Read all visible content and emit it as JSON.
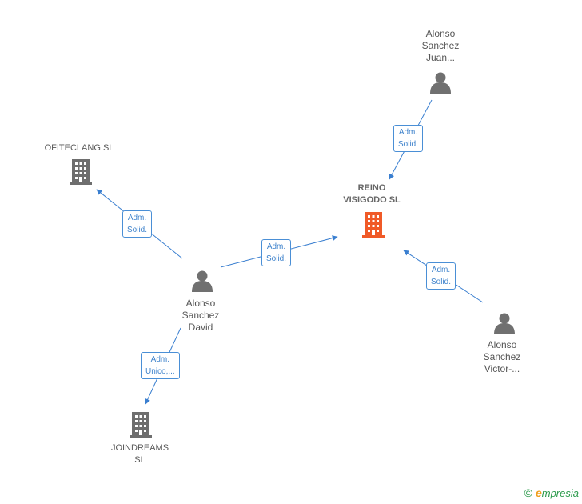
{
  "colors": {
    "edge": "#3a7fd0",
    "person": "#707070",
    "company": "#6e6e6e",
    "main_company": "#f05a28"
  },
  "nodes": {
    "juan": {
      "label_lines": [
        "Alonso",
        "Sanchez",
        "Juan..."
      ],
      "icon": "person-icon"
    },
    "ofiteclang": {
      "label_lines": [
        "OFITECLANG SL"
      ],
      "icon": "building-icon"
    },
    "reino": {
      "label_lines": [
        "REINO",
        "VISIGODO  SL"
      ],
      "icon": "building-icon"
    },
    "david": {
      "label_lines": [
        "Alonso",
        "Sanchez",
        "David"
      ],
      "icon": "person-icon"
    },
    "victor": {
      "label_lines": [
        "Alonso",
        "Sanchez",
        "Victor-..."
      ],
      "icon": "person-icon"
    },
    "joindreams": {
      "label_lines": [
        "JOINDREAMS",
        "SL"
      ],
      "icon": "building-icon"
    }
  },
  "edges": {
    "juan_reino": {
      "lines": [
        "Adm.",
        "Solid."
      ]
    },
    "david_ofiteclang": {
      "lines": [
        "Adm.",
        "Solid."
      ]
    },
    "david_reino": {
      "lines": [
        "Adm.",
        "Solid."
      ]
    },
    "victor_reino": {
      "lines": [
        "Adm.",
        "Solid."
      ]
    },
    "david_joindreams": {
      "lines": [
        "Adm.",
        "Unico,..."
      ]
    }
  },
  "footer": {
    "copyright": "©",
    "brand_initial": "e",
    "brand_rest": "mpresia"
  }
}
